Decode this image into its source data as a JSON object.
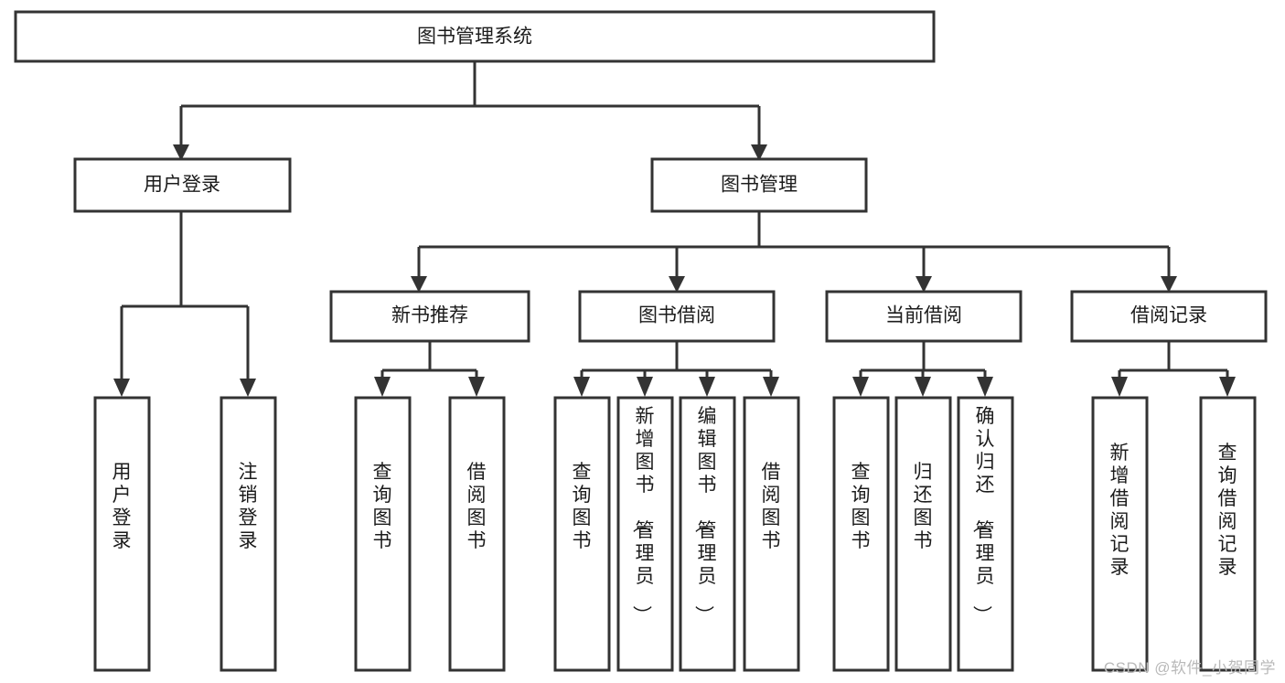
{
  "diagram": {
    "type": "tree-hierarchy-chart",
    "title": "图书管理系统",
    "watermark": "CSDN @软件_小贺同学",
    "accent_color": "#333333",
    "background_color": "#ffffff",
    "levels": {
      "root": {
        "label": "图书管理系统"
      },
      "level2": [
        {
          "label": "用户登录"
        },
        {
          "label": "图书管理"
        }
      ],
      "level3": [
        {
          "label": "新书推荐"
        },
        {
          "label": "图书借阅"
        },
        {
          "label": "当前借阅"
        },
        {
          "label": "借阅记录"
        }
      ],
      "leaves": [
        {
          "label": "用户登录",
          "parent": "用户登录"
        },
        {
          "label": "注销登录",
          "parent": "用户登录"
        },
        {
          "label": "查询图书",
          "parent": "新书推荐"
        },
        {
          "label": "借阅图书",
          "parent": "新书推荐"
        },
        {
          "label": "查询图书",
          "parent": "图书借阅"
        },
        {
          "label": "新增图书（管理员）",
          "parent": "图书借阅"
        },
        {
          "label": "编辑图书（管理员）",
          "parent": "图书借阅"
        },
        {
          "label": "借阅图书",
          "parent": "图书借阅"
        },
        {
          "label": "查询图书",
          "parent": "当前借阅"
        },
        {
          "label": "归还图书",
          "parent": "当前借阅"
        },
        {
          "label": "确认归还（管理员）",
          "parent": "当前借阅"
        },
        {
          "label": "新增借阅记录",
          "parent": "借阅记录"
        },
        {
          "label": "查询借阅记录",
          "parent": "借阅记录"
        }
      ]
    }
  }
}
